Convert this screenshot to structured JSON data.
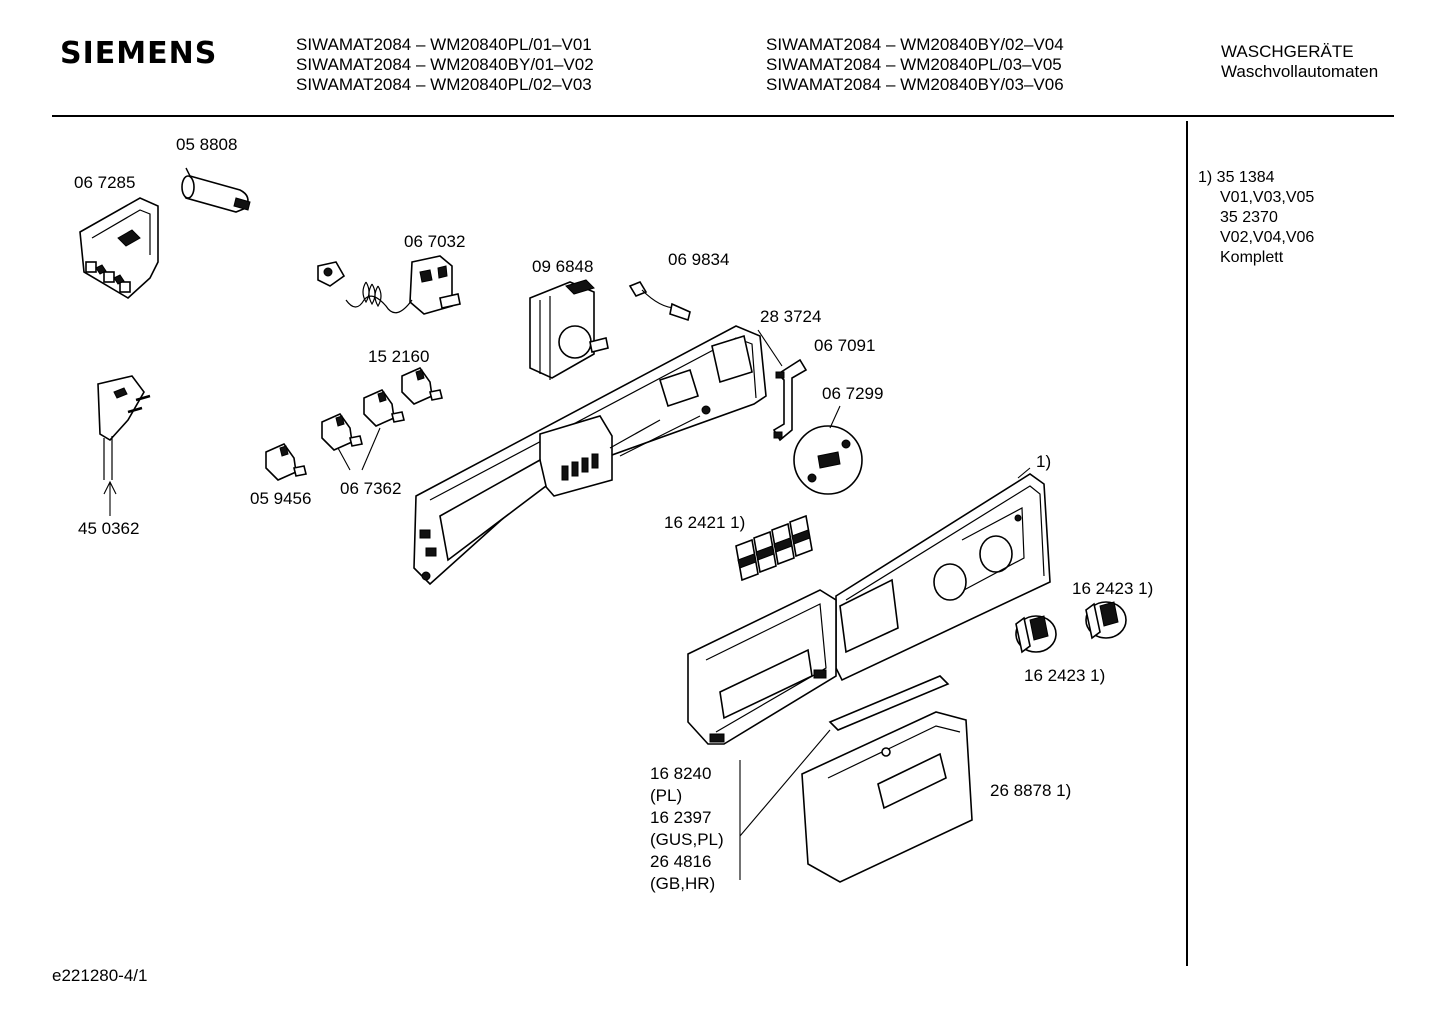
{
  "header": {
    "brand": "SIEMENS",
    "models_col1": [
      "SIWAMAT2084 – WM20840PL/01–V01",
      "SIWAMAT2084 – WM20840BY/01–V02",
      "SIWAMAT2084 – WM20840PL/02–V03"
    ],
    "models_col2": [
      "SIWAMAT2084 – WM20840BY/02–V04",
      "SIWAMAT2084 – WM20840PL/03–V05",
      "SIWAMAT2084 – WM20840BY/03–V06"
    ],
    "category": "WASCHGERÄTE",
    "subcategory": "Waschvollautomaten"
  },
  "parts": {
    "p058808": "05 8808",
    "p067285": "06 7285",
    "p067032": "06 7032",
    "p096848": "09 6848",
    "p069834": "06 9834",
    "p283724": "28 3724",
    "p067091": "06 7091",
    "p152160": "15 2160",
    "p067299": "06 7299",
    "p059456": "05 9456",
    "p067362": "06 7362",
    "p450362": "45 0362",
    "p1_marker": "1)",
    "p162421": "16 2421 1)",
    "p162423a": "16 2423 1)",
    "p162423b": "16 2423 1)",
    "p268878": "26 8878 1)",
    "p_variants": [
      "16 8240",
      "(PL)",
      "16 2397",
      "(GUS,PL)",
      "26 4816",
      "(GB,HR)"
    ]
  },
  "footnote": {
    "lines": [
      "1)  35 1384",
      "V01,V03,V05",
      "35 2370",
      "V02,V04,V06",
      "Komplett"
    ]
  },
  "footer": {
    "drawing_id": "e221280-4/1"
  }
}
